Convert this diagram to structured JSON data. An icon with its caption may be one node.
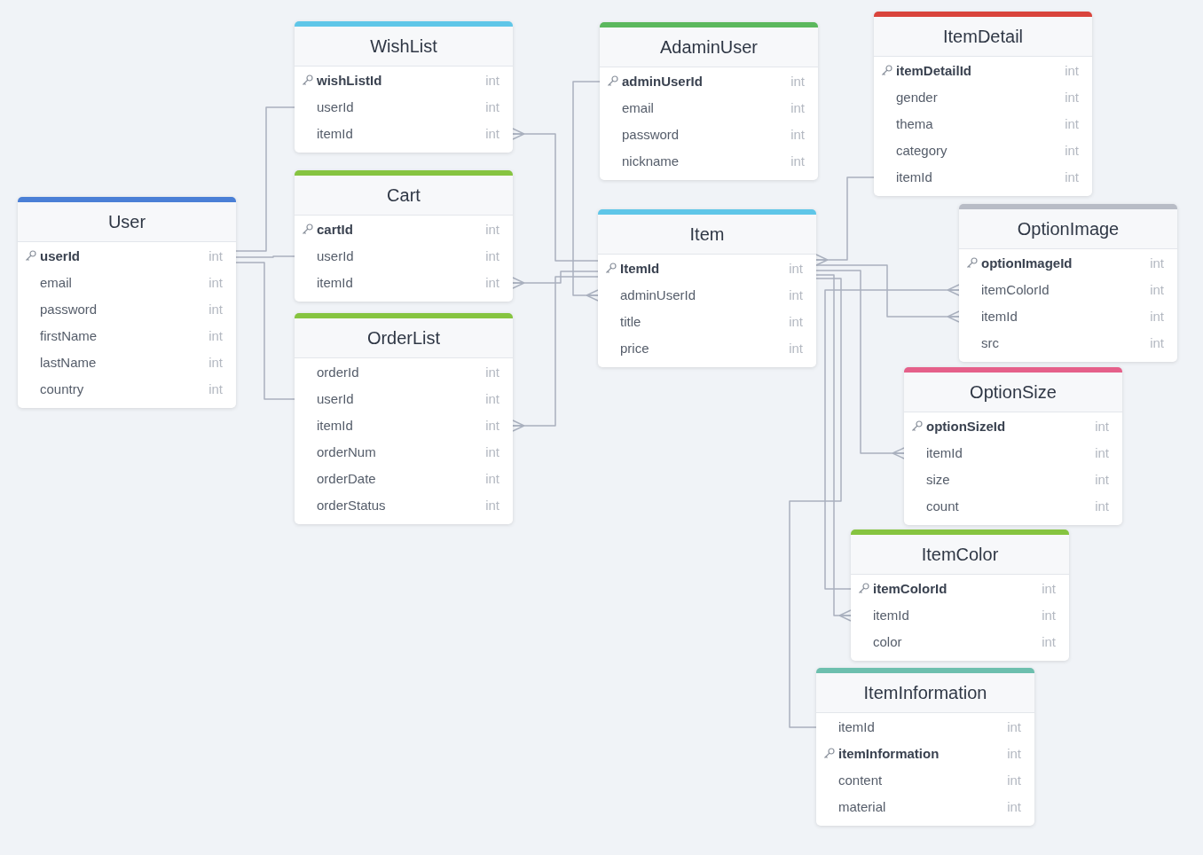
{
  "diagram": {
    "nodes": [
      {
        "text": [
          "User"
        ]
      },
      {
        "text": [
          "userId",
          "int"
        ],
        "in": 0
      },
      {
        "text": [
          "email",
          "int"
        ],
        "in": 0
      },
      {
        "text": [
          "password",
          "int"
        ],
        "in": 0
      },
      {
        "text": [
          "firstName",
          "int"
        ],
        "in": 0
      },
      {
        "text": [
          "lastName",
          "int"
        ],
        "in": 0
      },
      {
        "text": [
          "country",
          "int"
        ],
        "in": 0
      },
      {
        "text": [
          "WishList"
        ]
      },
      {
        "text": [
          "wishListId",
          "int"
        ],
        "in": 7
      },
      {
        "text": [
          "userId",
          "int"
        ],
        "in": 7
      },
      {
        "text": [
          "itemId",
          "int"
        ],
        "in": 7
      },
      {
        "text": [
          "Cart"
        ]
      },
      {
        "text": [
          "cartId",
          "int"
        ],
        "in": 11
      },
      {
        "text": [
          "userId",
          "int"
        ],
        "in": 11
      },
      {
        "text": [
          "itemId",
          "int"
        ],
        "in": 11
      },
      {
        "text": [
          "OrderList"
        ]
      },
      {
        "text": [
          "orderId",
          "int"
        ],
        "in": 15
      },
      {
        "text": [
          "userId",
          "int"
        ],
        "in": 15
      },
      {
        "text": [
          "itemId",
          "int"
        ],
        "in": 15
      },
      {
        "text": [
          "orderNum",
          "int"
        ],
        "in": 15
      },
      {
        "text": [
          "orderDate",
          "int"
        ],
        "in": 15
      },
      {
        "text": [
          "orderStatus",
          "int"
        ],
        "in": 15
      },
      {
        "text": [
          "AdaminUser"
        ]
      },
      {
        "text": [
          "adminUserId",
          "int"
        ],
        "in": 22
      },
      {
        "text": [
          "email",
          "int"
        ],
        "in": 22
      },
      {
        "text": [
          "password",
          "int"
        ],
        "in": 22
      },
      {
        "text": [
          "nickname",
          "int"
        ],
        "in": 22
      },
      {
        "text": [
          "Item"
        ]
      },
      {
        "text": [
          "ItemId",
          "int"
        ],
        "in": 27
      },
      {
        "text": [
          "adminUserId",
          "int"
        ],
        "in": 27
      },
      {
        "text": [
          "title",
          "int"
        ],
        "in": 27
      },
      {
        "text": [
          "price",
          "int"
        ],
        "in": 27
      },
      {
        "text": [
          "ItemDetail"
        ]
      },
      {
        "text": [
          "itemDetailId",
          "int"
        ],
        "in": 32
      },
      {
        "text": [
          "gender",
          "int"
        ],
        "in": 32
      },
      {
        "text": [
          "thema",
          "int"
        ],
        "in": 32
      },
      {
        "text": [
          "category",
          "int"
        ],
        "in": 32
      },
      {
        "text": [
          "itemId",
          "int"
        ],
        "in": 32
      },
      {
        "text": [
          "OptionImage"
        ]
      },
      {
        "text": [
          "optionImageId",
          "int"
        ],
        "in": 38
      },
      {
        "text": [
          "itemColorId",
          "int"
        ],
        "in": 38
      },
      {
        "text": [
          "itemId",
          "int"
        ],
        "in": 38
      },
      {
        "text": [
          "src",
          "int"
        ],
        "in": 38
      },
      {
        "text": [
          "OptionSize"
        ]
      },
      {
        "text": [
          "optionSizeId",
          "int"
        ],
        "in": 43
      },
      {
        "text": [
          "itemId",
          "int"
        ],
        "in": 43
      },
      {
        "text": [
          "size",
          "int"
        ],
        "in": 43
      },
      {
        "text": [
          "count",
          "int"
        ],
        "in": 43
      },
      {
        "text": [
          "ItemColor"
        ]
      },
      {
        "text": [
          "itemColorId",
          "int"
        ],
        "in": 48
      },
      {
        "text": [
          "itemId",
          "int"
        ],
        "in": 48
      },
      {
        "text": [
          "color",
          "int"
        ],
        "in": 48
      },
      {
        "text": [
          "ItemInformation"
        ]
      },
      {
        "text": [
          "itemId",
          "int"
        ],
        "in": 52
      },
      {
        "text": [
          "itemInformation",
          "int"
        ],
        "in": 52
      },
      {
        "text": [
          "content",
          "int"
        ],
        "in": 52
      },
      {
        "text": [
          "material",
          "int"
        ],
        "in": 52
      }
    ],
    "edges": [
      {
        "from": 1,
        "to": 9,
        "arrow": "none"
      },
      {
        "from": 1,
        "to": 13,
        "arrow": "none"
      },
      {
        "from": 1,
        "to": 17,
        "arrow": "none"
      },
      {
        "from": 28,
        "to": 10,
        "arrow": "other"
      },
      {
        "from": 28,
        "to": 14,
        "arrow": "other"
      },
      {
        "from": 28,
        "to": 18,
        "arrow": "other"
      },
      {
        "from": 23,
        "to": 29,
        "arrow": "other"
      },
      {
        "from": 37,
        "to": 28,
        "arrow": "other"
      },
      {
        "from": 49,
        "to": 40,
        "arrow": "other"
      },
      {
        "from": 28,
        "to": 41,
        "arrow": "other"
      },
      {
        "from": 28,
        "to": 45,
        "arrow": "other"
      },
      {
        "from": 28,
        "to": 50,
        "arrow": "other"
      },
      {
        "from": 28,
        "to": 53,
        "arrow": "none"
      }
    ]
  }
}
